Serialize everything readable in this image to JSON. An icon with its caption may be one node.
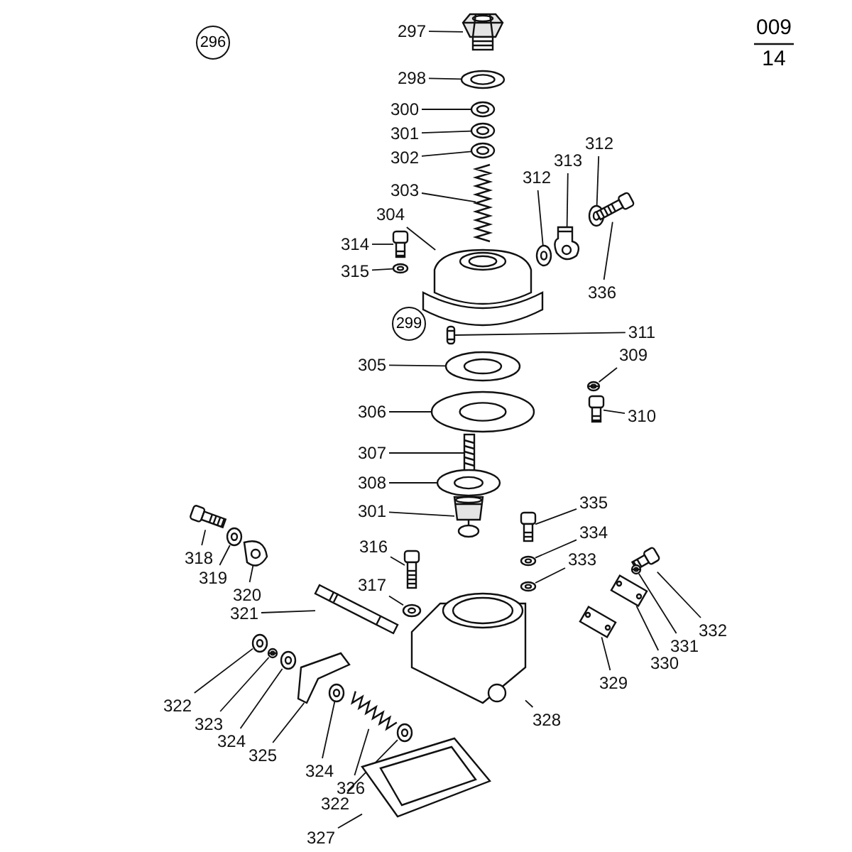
{
  "diagram": {
    "nodes": [
      {
        "text": [
          "297"
        ]
      },
      {
        "text": [
          "298"
        ]
      },
      {
        "text": [
          "300"
        ]
      },
      {
        "text": [
          "301"
        ]
      },
      {
        "text": [
          "302"
        ]
      },
      {
        "text": [
          "312"
        ]
      },
      {
        "text": [
          "313"
        ]
      },
      {
        "text": [
          "312"
        ]
      },
      {
        "text": [
          "303"
        ]
      },
      {
        "text": [
          "304"
        ]
      },
      {
        "text": [
          "314"
        ]
      },
      {
        "text": [
          "315"
        ]
      },
      {
        "text": [
          "336"
        ]
      },
      {
        "text": [
          "311"
        ]
      },
      {
        "text": [
          "305"
        ]
      },
      {
        "text": [
          "309"
        ]
      },
      {
        "text": [
          "306"
        ]
      },
      {
        "text": [
          "310"
        ]
      },
      {
        "text": [
          "307"
        ]
      },
      {
        "text": [
          "308"
        ]
      },
      {
        "text": [
          "301"
        ]
      },
      {
        "text": [
          "335"
        ]
      },
      {
        "text": [
          "334"
        ]
      },
      {
        "text": [
          "316"
        ]
      },
      {
        "text": [
          "318"
        ]
      },
      {
        "text": [
          "333"
        ]
      },
      {
        "text": [
          "319"
        ]
      },
      {
        "text": [
          "317"
        ]
      },
      {
        "text": [
          "320"
        ]
      },
      {
        "text": [
          "321"
        ]
      },
      {
        "text": [
          "332"
        ]
      },
      {
        "text": [
          "331"
        ]
      },
      {
        "text": [
          "330"
        ]
      },
      {
        "text": [
          "329"
        ]
      },
      {
        "text": [
          "322"
        ]
      },
      {
        "text": [
          "328"
        ]
      },
      {
        "text": [
          "323"
        ]
      },
      {
        "text": [
          "324"
        ]
      },
      {
        "text": [
          "325"
        ]
      },
      {
        "text": [
          "324"
        ]
      },
      {
        "text": [
          "326"
        ]
      },
      {
        "text": [
          "322"
        ]
      },
      {
        "text": [
          "327"
        ]
      },
      {
        "text": [],
        "shape": "picture"
      },
      {
        "text": [],
        "shape": "picture"
      },
      {
        "text": [],
        "shape": "picture"
      },
      {
        "text": [],
        "shape": "picture"
      },
      {
        "text": [],
        "shape": "picture"
      },
      {
        "text": [],
        "shape": "picture"
      },
      {
        "text": [],
        "shape": "picture"
      },
      {
        "text": [],
        "shape": "picture"
      },
      {
        "text": [],
        "shape": "picture"
      },
      {
        "text": [],
        "shape": "picture"
      },
      {
        "text": [],
        "shape": "picture"
      },
      {
        "text": [],
        "shape": "picture"
      },
      {
        "text": [],
        "shape": "picture"
      },
      {
        "text": [],
        "shape": "picture"
      },
      {
        "text": [],
        "shape": "picture"
      },
      {
        "text": [],
        "shape": "picture"
      },
      {
        "text": [],
        "shape": "picture"
      },
      {
        "text": [],
        "shape": "picture"
      },
      {
        "text": [],
        "shape": "picture"
      },
      {
        "text": [],
        "shape": "picture"
      },
      {
        "text": [],
        "shape": "picture"
      },
      {
        "text": [],
        "shape": "picture"
      },
      {
        "text": [],
        "shape": "picture"
      },
      {
        "text": [],
        "shape": "picture"
      },
      {
        "text": [],
        "shape": "picture"
      },
      {
        "text": [],
        "shape": "picture"
      },
      {
        "text": [],
        "shape": "picture"
      },
      {
        "text": [],
        "shape": "picture"
      },
      {
        "text": [],
        "shape": "picture"
      },
      {
        "text": [],
        "shape": "picture"
      },
      {
        "text": [],
        "shape": "picture"
      },
      {
        "text": [],
        "shape": "picture"
      },
      {
        "text": [],
        "shape": "picture"
      },
      {
        "text": [],
        "shape": "picture"
      },
      {
        "text": [],
        "shape": "picture"
      },
      {
        "text": [],
        "shape": "picture"
      },
      {
        "text": [],
        "shape": "picture"
      },
      {
        "text": [],
        "shape": "picture"
      },
      {
        "text": [],
        "shape": "picture"
      },
      {
        "text": [],
        "shape": "picture"
      },
      {
        "text": [],
        "shape": "picture"
      },
      {
        "text": [],
        "shape": "picture"
      },
      {
        "text": [],
        "shape": "picture"
      }
    ],
    "edges": [
      {
        "from": 0,
        "to": 43,
        "arrow": "none"
      },
      {
        "from": 1,
        "to": 44,
        "arrow": "none"
      },
      {
        "from": 2,
        "to": 45,
        "arrow": "none"
      },
      {
        "from": 3,
        "to": 46,
        "arrow": "none"
      },
      {
        "from": 4,
        "to": 47,
        "arrow": "none"
      },
      {
        "from": 5,
        "to": 48,
        "arrow": "none"
      },
      {
        "from": 6,
        "to": 49,
        "arrow": "none"
      },
      {
        "from": 7,
        "to": 50,
        "arrow": "none"
      },
      {
        "from": 8,
        "to": 51,
        "arrow": "none"
      },
      {
        "from": 9,
        "to": 52,
        "arrow": "none"
      },
      {
        "from": 10,
        "to": 53,
        "arrow": "none"
      },
      {
        "from": 11,
        "to": 54,
        "arrow": "none"
      },
      {
        "from": 12,
        "to": 55,
        "arrow": "none"
      },
      {
        "from": 13,
        "to": 56,
        "arrow": "none"
      },
      {
        "from": 14,
        "to": 57,
        "arrow": "none"
      },
      {
        "from": 15,
        "to": 58,
        "arrow": "none"
      },
      {
        "from": 16,
        "to": 59,
        "arrow": "none"
      },
      {
        "from": 17,
        "to": 60,
        "arrow": "none"
      },
      {
        "from": 18,
        "to": 61,
        "arrow": "none"
      },
      {
        "from": 19,
        "to": 62,
        "arrow": "none"
      },
      {
        "from": 20,
        "to": 63,
        "arrow": "none"
      },
      {
        "from": 21,
        "to": 64,
        "arrow": "none"
      },
      {
        "from": 22,
        "to": 65,
        "arrow": "none"
      },
      {
        "from": 23,
        "to": 66,
        "arrow": "none"
      },
      {
        "from": 24,
        "to": 67,
        "arrow": "none"
      },
      {
        "from": 25,
        "to": 68,
        "arrow": "none"
      },
      {
        "from": 26,
        "to": 69,
        "arrow": "none"
      },
      {
        "from": 27,
        "to": 70,
        "arrow": "none"
      },
      {
        "from": 28,
        "to": 71,
        "arrow": "none"
      },
      {
        "from": 29,
        "to": 72,
        "arrow": "none"
      },
      {
        "from": 30,
        "to": 73,
        "arrow": "none"
      },
      {
        "from": 31,
        "to": 74,
        "arrow": "none"
      },
      {
        "from": 32,
        "to": 75,
        "arrow": "none"
      },
      {
        "from": 33,
        "to": 76,
        "arrow": "none"
      },
      {
        "from": 34,
        "to": 77,
        "arrow": "none"
      },
      {
        "from": 35,
        "to": 78,
        "arrow": "none"
      },
      {
        "from": 36,
        "to": 79,
        "arrow": "none"
      },
      {
        "from": 37,
        "to": 80,
        "arrow": "none"
      },
      {
        "from": 38,
        "to": 81,
        "arrow": "none"
      },
      {
        "from": 39,
        "to": 82,
        "arrow": "none"
      },
      {
        "from": 40,
        "to": 83,
        "arrow": "none"
      },
      {
        "from": 41,
        "to": 84,
        "arrow": "none"
      },
      {
        "from": 42,
        "to": 85,
        "arrow": "none"
      }
    ],
    "labels": [
      "296",
      "009",
      "14",
      "299"
    ]
  }
}
